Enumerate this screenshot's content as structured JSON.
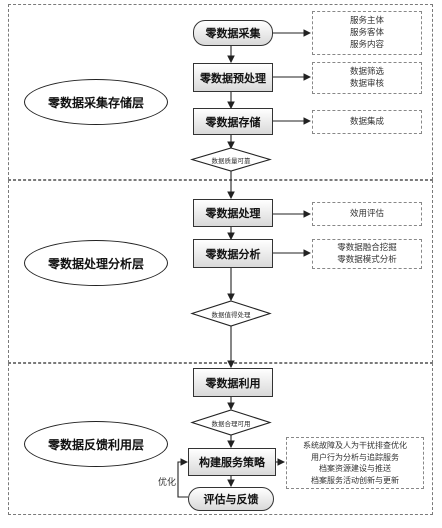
{
  "layers": [
    {
      "title": "零数据采集存储层"
    },
    {
      "title": "零数据处理分析层"
    },
    {
      "title": "零数据反馈利用层"
    }
  ],
  "steps": {
    "collect": "零数据采集",
    "preprocess": "零数据预处理",
    "storage": "零数据存储",
    "processing": "零数据处理",
    "analysis": "零数据分析",
    "utilize": "零数据利用",
    "strategy": "构建服务策略",
    "evaluate": "评估与反馈"
  },
  "decisions": {
    "d1": "数据质量可靠",
    "d2": "数据值得处理",
    "d3": "数据合理可用"
  },
  "notes": {
    "collect": [
      "服务主体",
      "服务客体",
      "服务内容"
    ],
    "preprocess": [
      "数据筛选",
      "数据审核"
    ],
    "storage": [
      "数据集成"
    ],
    "processing": [
      "效用评估"
    ],
    "analysis": [
      "零数据融合挖掘",
      "零数据模式分析"
    ],
    "strategy": [
      "系统故障及人为干扰排查优化",
      "用户行为分析与追踪服务",
      "档案资源建设与推送",
      "档案服务活动创新与更新"
    ]
  },
  "loop_label": "优化"
}
